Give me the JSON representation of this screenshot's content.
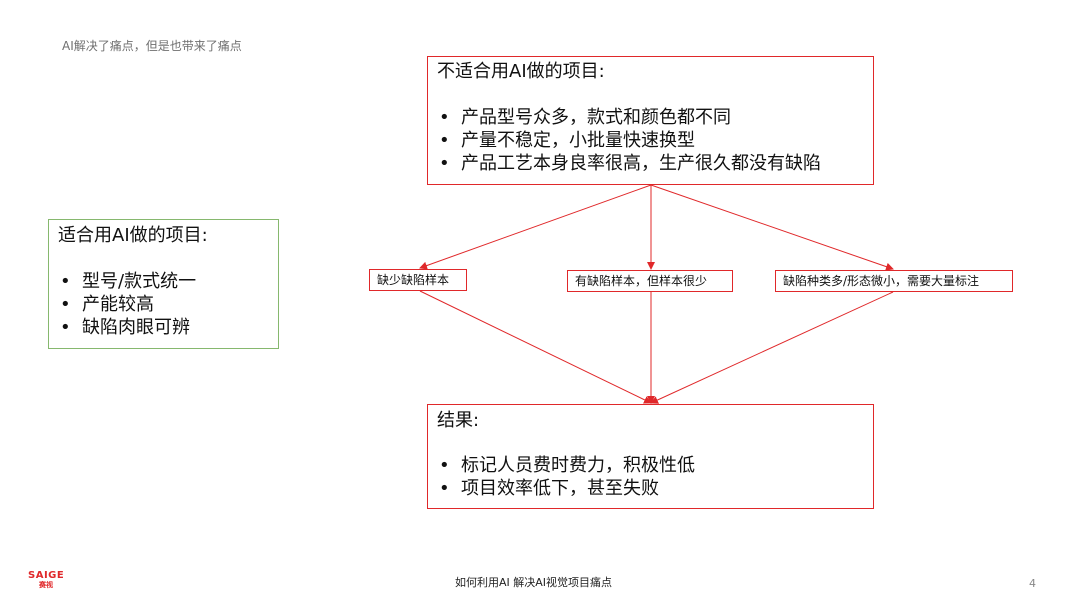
{
  "header_note": "AI解决了痛点，但是也带来了痛点",
  "unsuitable": {
    "title": "不适合用AI做的项目:",
    "items": [
      "产品型号众多，款式和颜色都不同",
      "产量不稳定，小批量快速换型",
      "产品工艺本身良率很高，生产很久都没有缺陷"
    ]
  },
  "suitable": {
    "title": "适合用AI做的项目:",
    "items": [
      "型号/款式统一",
      "产能较高",
      "缺陷肉眼可辨"
    ]
  },
  "issues": [
    "缺少缺陷样本",
    "有缺陷样本，但样本很少",
    "缺陷种类多/形态微小，需要大量标注"
  ],
  "result": {
    "title": "结果:",
    "items": [
      "标记人员费时费力，积极性低",
      "项目效率低下，甚至失败"
    ]
  },
  "footer": {
    "logo_text": "SAIGE",
    "logo_sub": "赛视",
    "title": "如何利用AI 解决AI视觉项目痛点",
    "page_number": "4"
  },
  "colors": {
    "accent_red": "#e0282a",
    "green_border": "#86b86e"
  }
}
